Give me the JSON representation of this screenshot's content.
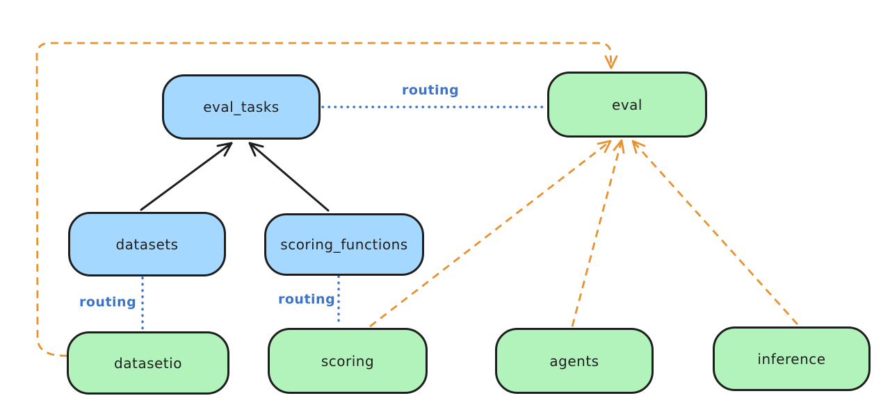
{
  "canvas": {
    "background": "#ffffff"
  },
  "colors": {
    "node_stroke": "#1e1e1e",
    "blue_node_fill": "#a5d8ff",
    "green_node_fill": "#b2f2bb",
    "routing_blue": "#3b74c8",
    "provider_orange": "#e8912f",
    "solid_arrow_black": "#1e1e1e"
  },
  "nodes": [
    {
      "id": "eval_tasks",
      "label": "eval_tasks",
      "fill": "#a5d8ff"
    },
    {
      "id": "eval",
      "label": "eval",
      "fill": "#b2f2bb"
    },
    {
      "id": "datasets",
      "label": "datasets",
      "fill": "#a5d8ff"
    },
    {
      "id": "scoring_functions",
      "label": "scoring_functions",
      "fill": "#a5d8ff"
    },
    {
      "id": "datasetio",
      "label": "datasetio",
      "fill": "#b2f2bb"
    },
    {
      "id": "scoring",
      "label": "scoring",
      "fill": "#b2f2bb"
    },
    {
      "id": "agents",
      "label": "agents",
      "fill": "#b2f2bb"
    },
    {
      "id": "inference",
      "label": "inference",
      "fill": "#b2f2bb"
    }
  ],
  "edges": [
    {
      "from": "datasets",
      "to": "eval_tasks",
      "style": "solid-arrow",
      "color": "black",
      "label": ""
    },
    {
      "from": "scoring_functions",
      "to": "eval_tasks",
      "style": "solid-arrow",
      "color": "black",
      "label": ""
    },
    {
      "from": "eval_tasks",
      "to": "eval",
      "style": "dotted",
      "color": "blue",
      "label": "routing"
    },
    {
      "from": "datasets",
      "to": "datasetio",
      "style": "dotted",
      "color": "blue",
      "label": "routing"
    },
    {
      "from": "scoring_functions",
      "to": "scoring",
      "style": "dotted",
      "color": "blue",
      "label": "routing"
    },
    {
      "from": "scoring",
      "to": "eval",
      "style": "dashed-arrow",
      "color": "orange",
      "label": ""
    },
    {
      "from": "agents",
      "to": "eval",
      "style": "dashed-arrow",
      "color": "orange",
      "label": ""
    },
    {
      "from": "inference",
      "to": "eval",
      "style": "dashed-arrow",
      "color": "orange",
      "label": ""
    },
    {
      "from": "datasetio",
      "to": "eval",
      "style": "dashed-arrow",
      "color": "orange",
      "route": "around-left-and-top",
      "label": ""
    }
  ]
}
